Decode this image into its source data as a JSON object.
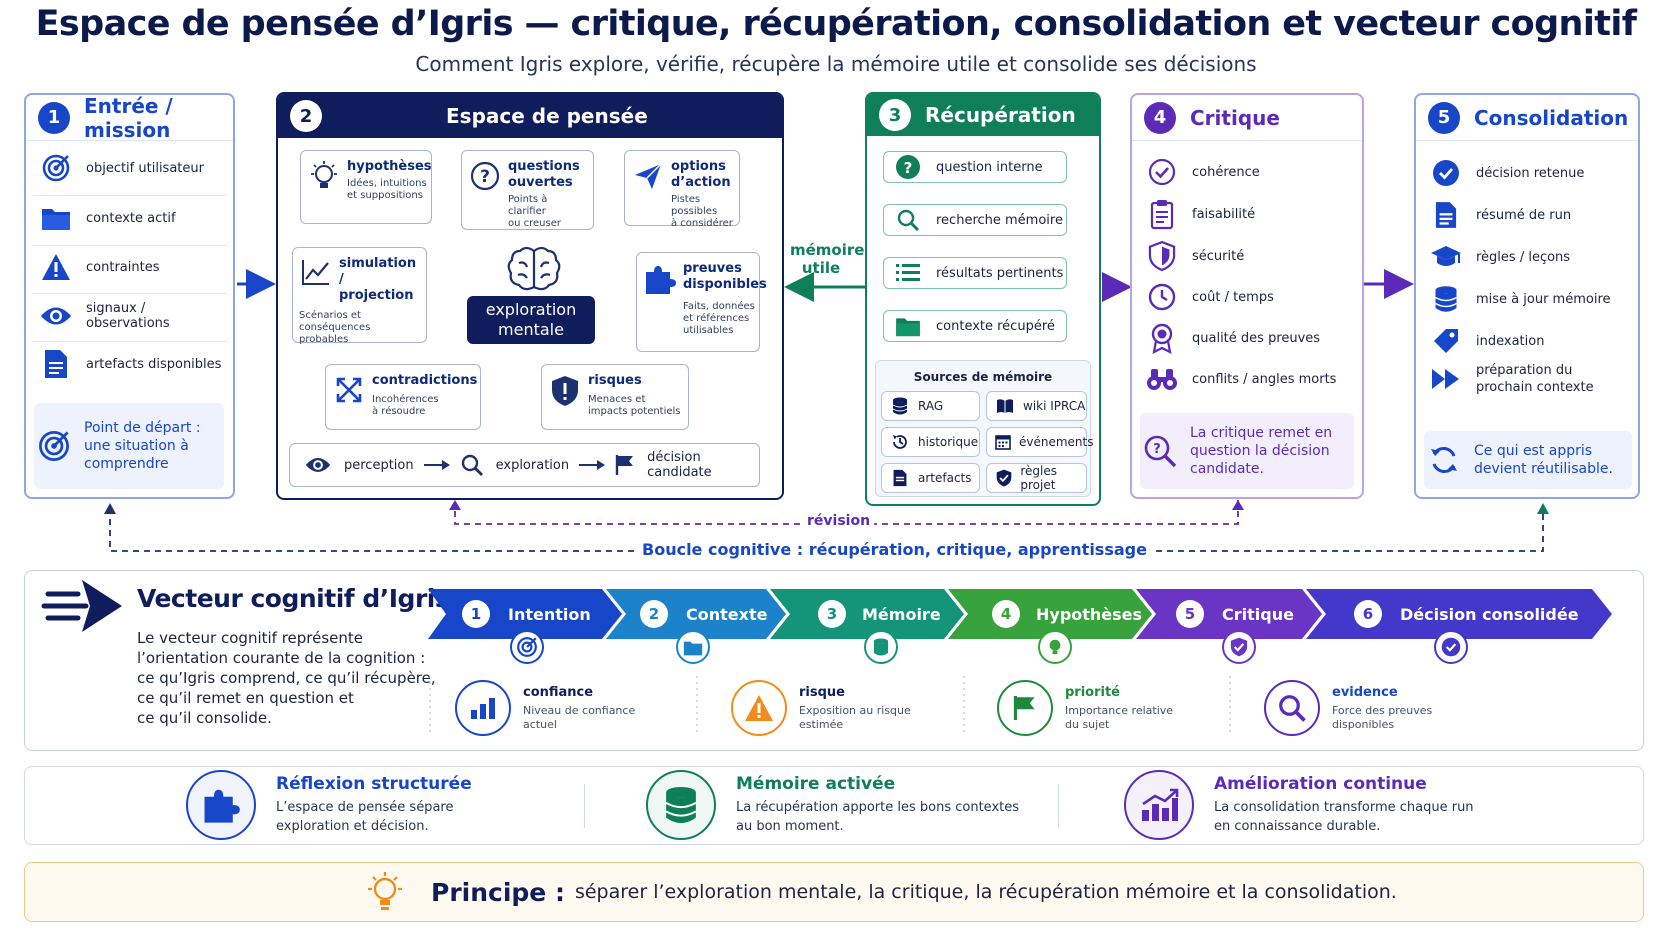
{
  "header": {
    "title": "Espace de pensée d’Igris — critique, récupération, consolidation et vecteur cognitif",
    "subtitle": "Comment Igris explore, vérifie, récupère la mémoire utile et consolide ses décisions"
  },
  "colors": {
    "navy": "#0f1d5c",
    "blue": "#1746c8",
    "green": "#0f7f5a",
    "purple": "#5b2bb8",
    "orange": "#f08c1a"
  },
  "entree": {
    "number": "1",
    "title": "Entrée / mission",
    "items": [
      {
        "icon": "target-icon",
        "label": "objectif utilisateur"
      },
      {
        "icon": "folder-icon",
        "label": "contexte actif"
      },
      {
        "icon": "warning-icon",
        "label": "contraintes"
      },
      {
        "icon": "eye-icon",
        "label": "signaux / observations"
      },
      {
        "icon": "document-icon",
        "label": "artefacts disponibles"
      }
    ],
    "note_line1": "Point de départ :",
    "note_line2": "une situation à",
    "note_line3": "comprendre"
  },
  "pensee": {
    "number": "2",
    "title": "Espace de pensée",
    "center_line1": "exploration",
    "center_line2": "mentale",
    "cards": {
      "hypotheses": {
        "title": "hypothèses",
        "desc1": "Idées, intuitions",
        "desc2": "et suppositions"
      },
      "questions": {
        "title1": "questions",
        "title2": "ouvertes",
        "desc1": "Points à clarifier",
        "desc2": "ou creuser"
      },
      "options": {
        "title1": "options",
        "title2": "d’action",
        "desc1": "Pistes possibles",
        "desc2": "à considérer"
      },
      "simulation": {
        "title1": "simulation /",
        "title2": "projection",
        "desc1": "Scénarios et",
        "desc2": "conséquences",
        "desc3": "probables"
      },
      "preuves": {
        "title1": "preuves",
        "title2": "disponibles",
        "desc1": "Faits, données",
        "desc2": "et références",
        "desc3": "utilisables"
      },
      "contradictions": {
        "title": "contradictions",
        "desc1": "Incohérences",
        "desc2": "à résoudre"
      },
      "risques": {
        "title": "risques",
        "desc1": "Menaces et",
        "desc2": "impacts potentiels"
      }
    },
    "flow": [
      "perception",
      "exploration",
      "décision candidate"
    ]
  },
  "memoire_utile_line1": "mémoire",
  "memoire_utile_line2": "utile",
  "recuperation": {
    "number": "3",
    "title": "Récupération",
    "steps": [
      {
        "icon": "question-icon",
        "label": "question interne"
      },
      {
        "icon": "search-icon",
        "label": "recherche mémoire"
      },
      {
        "icon": "list-icon",
        "label": "résultats pertinents"
      },
      {
        "icon": "folder-icon",
        "label": "contexte récupéré"
      }
    ],
    "sources_title": "Sources de mémoire",
    "sources": [
      {
        "icon": "database-icon",
        "label": "RAG"
      },
      {
        "icon": "book-icon",
        "label": "wiki IPRCA"
      },
      {
        "icon": "history-icon",
        "label": "historique"
      },
      {
        "icon": "calendar-icon",
        "label": "événements"
      },
      {
        "icon": "document-icon",
        "label": "artefacts"
      },
      {
        "icon": "shield-check-icon",
        "label": "règles projet"
      }
    ]
  },
  "critique": {
    "number": "4",
    "title": "Critique",
    "items": [
      {
        "icon": "check-circle-icon",
        "label": "cohérence"
      },
      {
        "icon": "clipboard-icon",
        "label": "faisabilité"
      },
      {
        "icon": "shield-icon",
        "label": "sécurité"
      },
      {
        "icon": "clock-icon",
        "label": "coût / temps"
      },
      {
        "icon": "award-icon",
        "label": "qualité des preuves"
      },
      {
        "icon": "binoculars-icon",
        "label": "conflits / angles morts"
      }
    ],
    "note_line1": "La critique remet en",
    "note_line2": "question la décision",
    "note_line3": "candidate."
  },
  "consolidation": {
    "number": "5",
    "title": "Consolidation",
    "items": [
      {
        "icon": "check-circle-icon",
        "label": "décision retenue",
        "label2": ""
      },
      {
        "icon": "document-icon",
        "label": "résumé de run",
        "label2": ""
      },
      {
        "icon": "graduation-cap-icon",
        "label": "règles / leçons",
        "label2": ""
      },
      {
        "icon": "database-icon",
        "label": "mise à jour mémoire",
        "label2": ""
      },
      {
        "icon": "tag-icon",
        "label": "indexation",
        "label2": ""
      },
      {
        "icon": "fast-forward-icon",
        "label": "préparation du",
        "label2": "prochain contexte"
      }
    ],
    "note_line1": "Ce qui est appris",
    "note_line2": "devient réutilisable."
  },
  "loop": {
    "revision": "révision",
    "boucle": "Boucle cognitive : récupération, critique, apprentissage"
  },
  "vecteur": {
    "title": "Vecteur cognitif d’Igris",
    "desc": [
      "Le vecteur cognitif représente",
      "l’orientation courante de la cognition :",
      "ce qu’Igris comprend, ce qu’il récupère,",
      "ce qu’il remet en question et",
      "ce qu’il consolide."
    ],
    "stages": [
      {
        "num": "1",
        "label": "Intention",
        "icon": "target-icon",
        "color": "#1746c8"
      },
      {
        "num": "2",
        "label": "Contexte",
        "icon": "folder-icon",
        "color": "#1c82c9"
      },
      {
        "num": "3",
        "label": "Mémoire",
        "icon": "database-icon",
        "color": "#14957a"
      },
      {
        "num": "4",
        "label": "Hypothèses",
        "icon": "lightbulb-icon",
        "color": "#38a23c"
      },
      {
        "num": "5",
        "label": "Critique",
        "icon": "shield-check-icon",
        "color": "#6a35c4"
      },
      {
        "num": "6",
        "label": "Décision consolidée",
        "icon": "check-circle-icon",
        "color": "#4338c9"
      }
    ],
    "metrics": [
      {
        "icon": "bar-chart-icon",
        "title": "confiance",
        "desc1": "Niveau de confiance",
        "desc2": "actuel",
        "color": "#1746c8"
      },
      {
        "icon": "warning-icon",
        "title": "risque",
        "desc1": "Exposition au risque",
        "desc2": "estimée",
        "color": "#f08c1a"
      },
      {
        "icon": "flag-icon",
        "title": "priorité",
        "desc1": "Importance relative",
        "desc2": "du sujet",
        "color": "#1f8a3c"
      },
      {
        "icon": "search-icon",
        "title": "evidence",
        "desc1": "Force des preuves",
        "desc2": "disponibles",
        "color": "#5b2bb8"
      }
    ]
  },
  "features": [
    {
      "icon": "puzzle-icon",
      "title": "Réflexion structurée",
      "desc1": "L’espace de pensée sépare",
      "desc2": "exploration et décision.",
      "color": "#1746c8"
    },
    {
      "icon": "database-icon",
      "title": "Mémoire activée",
      "desc1": "La récupération apporte les bons contextes",
      "desc2": "au bon moment.",
      "color": "#0f7f5a"
    },
    {
      "icon": "growth-chart-icon",
      "title": "Amélioration continue",
      "desc1": "La consolidation transforme chaque run",
      "desc2": "en connaissance durable.",
      "color": "#5b2bb8"
    }
  ],
  "principe": {
    "label": "Principe :",
    "text": "séparer l’exploration mentale, la critique, la récupération mémoire et la consolidation."
  }
}
